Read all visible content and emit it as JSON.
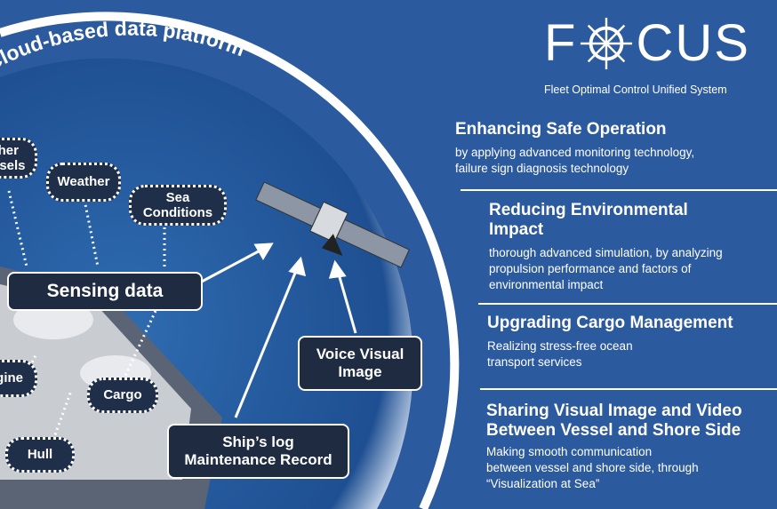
{
  "platform_title": "Cloud-based data platform",
  "logo": {
    "prefix": "F",
    "suffix": "CUS",
    "wordmark": "FOCUS",
    "subtitle": "Fleet Optimal Control Unified System"
  },
  "tags": {
    "other_vessels": "Other Vessels",
    "weather": "Weather",
    "sea_conditions": "Sea Conditions",
    "engine": "Engine",
    "cargo": "Cargo",
    "hull": "Hull"
  },
  "boxes": {
    "sensing": "Sensing data",
    "voice": "Voice Visual Image",
    "shipslog": "Ship’s log Maintenance Record"
  },
  "sections": [
    {
      "title": "Enhancing Safe Operation",
      "body": "by applying advanced monitoring technology, failure sign diagnosis technology"
    },
    {
      "title": "Reducing Environmental Impact",
      "body": "thorough advanced simulation, by analyzing propulsion performance and factors of environmental impact"
    },
    {
      "title": "Upgrading Cargo Management",
      "body": "Realizing stress-free ocean transport services"
    },
    {
      "title": "Sharing Visual Image and Video Between Vessel and Shore Side",
      "body": "Making smooth communication between vessel and shore side, through “Visualization at Sea”"
    }
  ]
}
